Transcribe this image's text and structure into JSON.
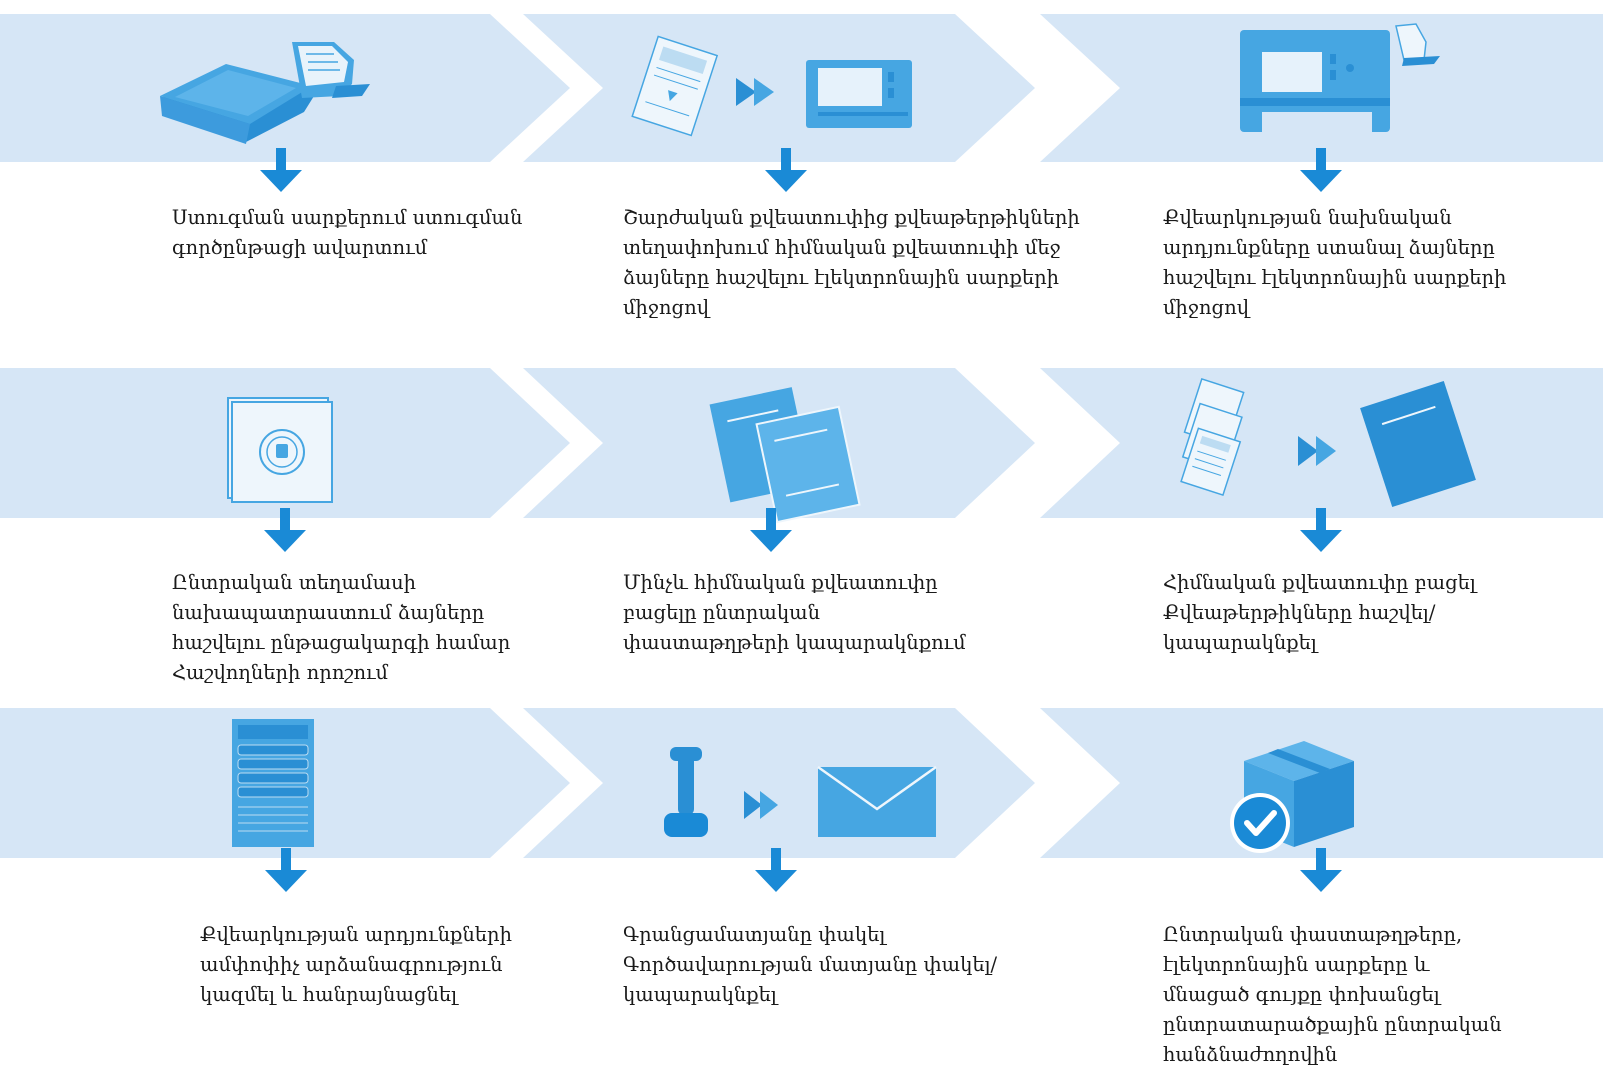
{
  "colors": {
    "band": "#d6e6f6",
    "icon": "#46a6e2",
    "icon_dark": "#2a8fd4",
    "arrow": "#1a8ad6",
    "text": "#1a1a1a"
  },
  "steps": [
    {
      "icon": "voting-machine-icon",
      "lines": [
        "Ստուգման սարքերում ստուգման",
        "գործընթացի ավարտում"
      ]
    },
    {
      "icon": "ballot-to-scanner-icon",
      "lines": [
        "Շարժական քվեատուփից  քվեաթերթիկների",
        "տեղափոխում հիմնական քվեատուփի մեջ",
        "ձայները հաշվելու էլեկտրոնային սարքերի",
        "միջոցով"
      ]
    },
    {
      "icon": "scanner-printout-icon",
      "lines": [
        "Քվեարկության նախնական",
        "արդյունքները ստանալ ձայները",
        "հաշվելու էլեկտրոնային սարքերի",
        "միջոցով"
      ]
    },
    {
      "icon": "sealed-document-icon",
      "lines": [
        "Ընտրական տեղամասի",
        "նախապատրաստում ձայները",
        "հաշվելու ընթացակարգի համար",
        "Հաշվողների որոշում"
      ]
    },
    {
      "icon": "documents-stack-icon",
      "lines": [
        "Մինչև հիմնական քվեատուփը",
        "բացելը ընտրական",
        "փաստաթղթերի կապարակնքում"
      ]
    },
    {
      "icon": "ballots-to-folder-icon",
      "lines": [
        "Հիմնական քվեատուփը բացել",
        "Քվեաթերթիկները հաշվել/",
        "կապարակնքել"
      ]
    },
    {
      "icon": "results-protocol-icon",
      "lines": [
        "Քվեարկության արդյունքների",
        "ամփոփիչ արձանագրություն",
        "կազմել և հանրայնացնել"
      ]
    },
    {
      "icon": "stamp-to-envelope-icon",
      "lines": [
        "Գրանցամատյանը փակել",
        "Գործավարության մատյանը փակել/",
        "կապարակնքել"
      ]
    },
    {
      "icon": "box-checked-icon",
      "lines": [
        "Ընտրական փաստաթղթերը,",
        "էլեկտրոնային սարքերը և",
        "մնացած գույքը փոխանցել",
        "ընտրատարածքային ընտրական",
        "հանձնաժողովին"
      ]
    }
  ]
}
